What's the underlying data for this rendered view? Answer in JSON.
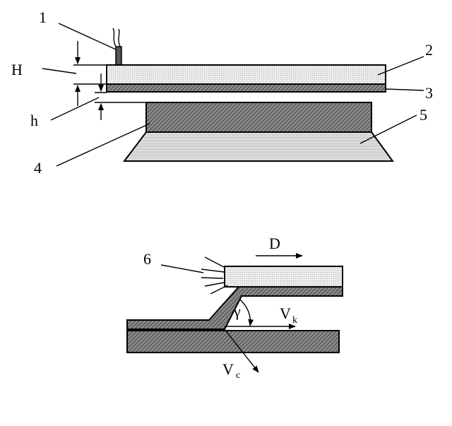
{
  "labels": {
    "n1": "1",
    "n2": "2",
    "n3": "3",
    "n4": "4",
    "n5": "5",
    "n6": "6",
    "H": "H",
    "h": "h",
    "D": "D",
    "gamma": "γ",
    "Vk_main": "V",
    "Vk_sub": "k",
    "Vc_main": "V",
    "Vc_sub": "c"
  },
  "colors": {
    "stroke": "#000000",
    "plate_fill": "#e6e6e6",
    "dark_hatch": "#555555",
    "light_hatch": "#bdbdbd",
    "background": "#ffffff"
  }
}
